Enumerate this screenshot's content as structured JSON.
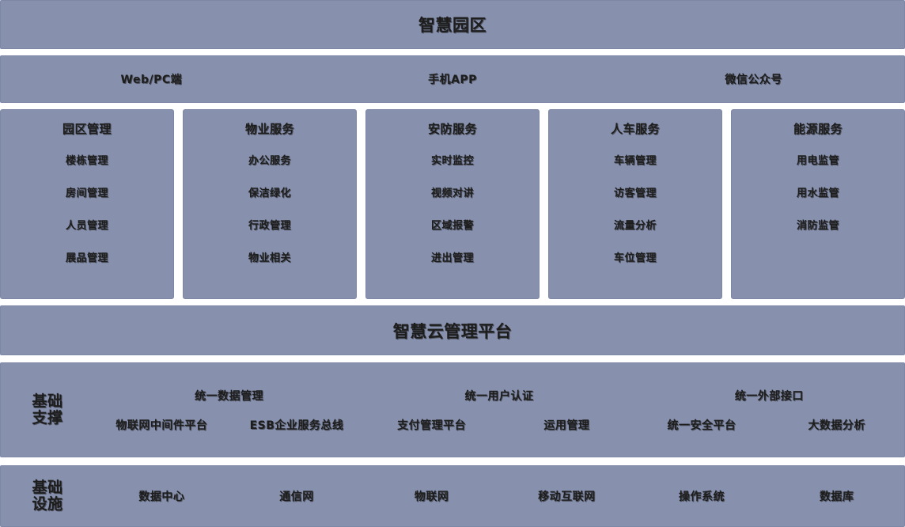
{
  "title": "智慧园区",
  "channels": {
    "items": [
      {
        "label": "Web/PC端"
      },
      {
        "label": "手机APP"
      },
      {
        "label": "微信公众号"
      }
    ]
  },
  "modules": [
    {
      "title": "园区管理",
      "items": [
        "楼栋管理",
        "房间管理",
        "人员管理",
        "展品管理"
      ]
    },
    {
      "title": "物业服务",
      "items": [
        "办公服务",
        "保洁绿化",
        "行政管理",
        "物业相关"
      ]
    },
    {
      "title": "安防服务",
      "items": [
        "实时监控",
        "视频对讲",
        "区域报警",
        "进出管理"
      ]
    },
    {
      "title": "人车服务",
      "items": [
        "车辆管理",
        "访客管理",
        "流量分析",
        "车位管理"
      ]
    },
    {
      "title": "能源服务",
      "items": [
        "用电监管",
        "用水监管",
        "消防监管"
      ]
    }
  ],
  "platform": {
    "title": "智慧云管理平台"
  },
  "support": {
    "label_line1": "基础",
    "label_line2": "支撑",
    "top_row": [
      "统一数据管理",
      "统一用户认证",
      "统一外部接口"
    ],
    "bottom_row": [
      "物联网中间件平台",
      "ESB企业服务总线",
      "支付管理平台",
      "运用管理",
      "统一安全平台",
      "大数据分析"
    ]
  },
  "infrastructure": {
    "label_line1": "基础",
    "label_line2": "设施",
    "items": [
      "数据中心",
      "通信网",
      "物联网",
      "移动互联网",
      "操作系统",
      "数据库"
    ]
  },
  "colors": {
    "band_fill": "#8791ae",
    "band_border": "#7d88a6",
    "text": "#1d1d1d",
    "page_background": "#ffffff"
  }
}
